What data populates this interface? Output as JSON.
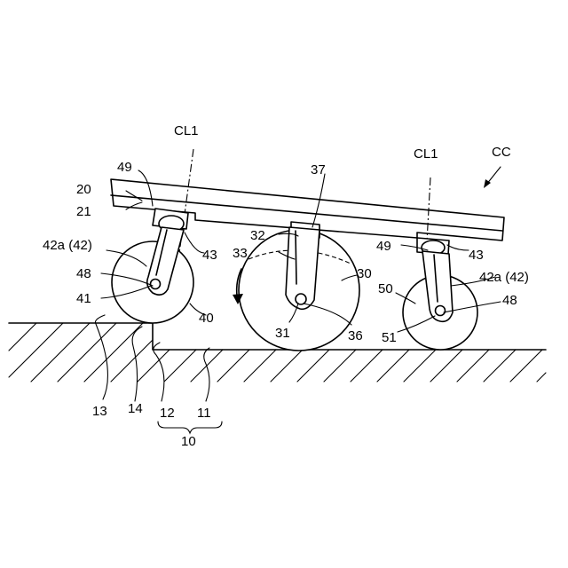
{
  "labels": {
    "cl1_left": "CL1",
    "cl1_right": "CL1",
    "cc": "CC",
    "n20": "20",
    "n21": "21",
    "n49_left": "49",
    "n49_right": "49",
    "n37": "37",
    "n32": "32",
    "n33": "33",
    "n30": "30",
    "n43_left": "43",
    "n43_right": "43",
    "n42a_left": "42a (42)",
    "n42a_right": "42a (42)",
    "n48_left": "48",
    "n48_right": "48",
    "n41": "41",
    "n40": "40",
    "n31": "31",
    "n36": "36",
    "n50": "50",
    "n51": "51",
    "n13": "13",
    "n14": "14",
    "n12": "12",
    "n11": "11",
    "n10": "10"
  }
}
